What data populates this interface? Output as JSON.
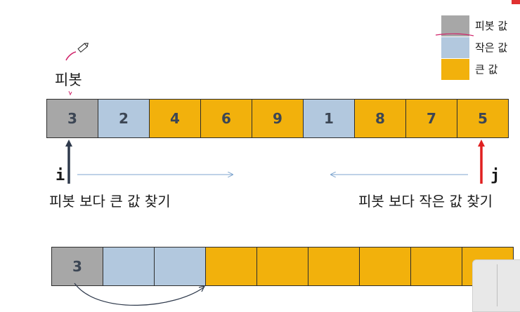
{
  "colors": {
    "pivot": "#a7a7a7",
    "small": "#b2c8de",
    "large": "#f2b10c",
    "i_arrow": "#2f3a4c",
    "j_arrow": "#e02020",
    "scan_arrow": "#7fa6cf"
  },
  "legend": [
    {
      "label": "피봇 값",
      "kind": "pivot"
    },
    {
      "label": "작은 값",
      "kind": "small"
    },
    {
      "label": "큰 값",
      "kind": "large"
    }
  ],
  "pivot_label": "피봇",
  "array_top": [
    {
      "value": "3",
      "kind": "pivot"
    },
    {
      "value": "2",
      "kind": "small"
    },
    {
      "value": "4",
      "kind": "large"
    },
    {
      "value": "6",
      "kind": "large"
    },
    {
      "value": "9",
      "kind": "large"
    },
    {
      "value": "1",
      "kind": "small"
    },
    {
      "value": "8",
      "kind": "large"
    },
    {
      "value": "7",
      "kind": "large"
    },
    {
      "value": "5",
      "kind": "large"
    }
  ],
  "pointer_i": {
    "label": "i",
    "caption": "피봇 보다 큰 값 찾기"
  },
  "pointer_j": {
    "label": "j",
    "caption": "피봇 보다 작은 값 찾기"
  },
  "array_bottom": [
    {
      "value": "3",
      "kind": "pivot"
    },
    {
      "value": "",
      "kind": "small"
    },
    {
      "value": "",
      "kind": "small"
    },
    {
      "value": "",
      "kind": "large"
    },
    {
      "value": "",
      "kind": "large"
    },
    {
      "value": "",
      "kind": "large"
    },
    {
      "value": "",
      "kind": "large"
    },
    {
      "value": "",
      "kind": "large"
    },
    {
      "value": "",
      "kind": "large"
    }
  ],
  "icons": {
    "pen": "pen-icon",
    "scroll": "scrollbar-thumb"
  }
}
